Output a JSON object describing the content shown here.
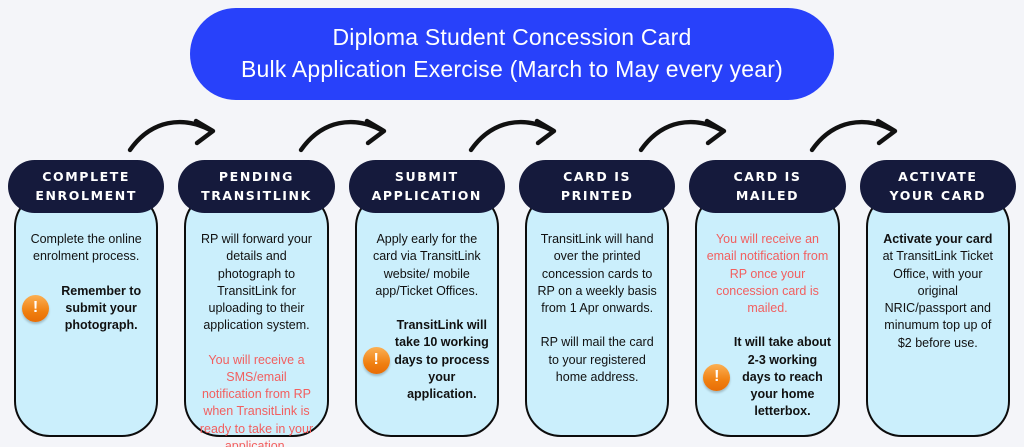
{
  "colors": {
    "page_bg": "#f4f5f9",
    "title_blue": "#2841fa",
    "header_navy": "#151a3c",
    "card_bg": "#cbeffc",
    "alert_red": "#f25f5f",
    "warning_orange": "#f07f10",
    "arrow_black": "#111111"
  },
  "title": {
    "line1": "Diploma Student Concession Card",
    "line2": "Bulk Application Exercise (March to May every year)"
  },
  "icons": {
    "warning_glyph": "!"
  },
  "arrow_count": 5,
  "steps": [
    {
      "id": "complete-enrolment",
      "header": "COMPLETE\nENROLMENT",
      "blocks": [
        {
          "style": "normal",
          "text": "Complete the online enrolment process."
        },
        {
          "style": "warning",
          "text": "Remember to submit your photograph."
        }
      ]
    },
    {
      "id": "pending-transitlink",
      "header": "PENDING\nTRANSITLINK",
      "blocks": [
        {
          "style": "normal",
          "text": "RP will forward your details and photograph to TransitLink for uploading to their application system."
        },
        {
          "style": "alert",
          "text": "You will receive a SMS/email notification from RP when TransitLink is ready to take in your application."
        }
      ]
    },
    {
      "id": "submit-application",
      "header": "SUBMIT\nAPPLICATION",
      "blocks": [
        {
          "style": "normal",
          "text": "Apply early for the card via TransitLink website/ mobile app/Ticket Offices."
        },
        {
          "style": "warning",
          "text": "TransitLink will take 10 working days to process your application."
        }
      ]
    },
    {
      "id": "card-is-printed",
      "header": "CARD IS\nPRINTED",
      "blocks": [
        {
          "style": "normal",
          "text": "TransitLink will hand over the printed concession cards to RP on a weekly basis from 1 Apr onwards."
        },
        {
          "style": "normal",
          "text": "RP will mail the card to your registered home address."
        }
      ]
    },
    {
      "id": "card-is-mailed",
      "header": "CARD IS\nMAILED",
      "blocks": [
        {
          "style": "alert",
          "text": "You will receive an email notification from RP once your concession card is mailed."
        },
        {
          "style": "warning",
          "text": "It will take about 2-3 working days to reach your home letterbox."
        }
      ]
    },
    {
      "id": "activate-your-card",
      "header": "ACTIVATE\nYOUR CARD",
      "blocks": [
        {
          "style": "lead-bold",
          "bold": "Activate your card",
          "text": " at TransitLink Ticket Office, with your original NRIC/passport and minumum top up of $2 before use."
        }
      ]
    }
  ]
}
